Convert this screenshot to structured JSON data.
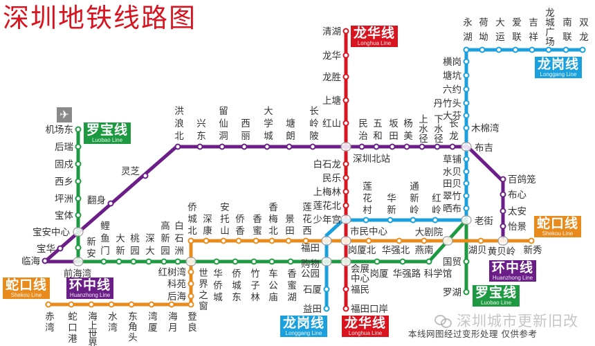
{
  "title": "深圳地铁线路图",
  "footer_note": "本线网图经过变形处理 仅供参考",
  "watermark": "深圳城市更新旧改",
  "airport_icon": "airplane-icon",
  "lines": [
    {
      "name": "龙华线",
      "name_en": "Longhua Line",
      "color": "#d7141f",
      "stations": [
        "清湖",
        "龙华",
        "龙胜",
        "上塘",
        "红山",
        "深圳北站",
        "白石龙",
        "民乐",
        "上梅林",
        "莲花北",
        "少年宫",
        "市民中心",
        "会展中心",
        "福民",
        "福田口岸"
      ]
    },
    {
      "name": "龙岗线",
      "name_en": "Longgang Line",
      "color": "#1aa0dc",
      "stations": [
        "永湖",
        "荷坳",
        "大运",
        "爱联",
        "吉祥",
        "龙城广场",
        "南联",
        "双龙",
        "横岗",
        "塘坑",
        "六约",
        "丹竹头",
        "大芬",
        "木棉湾",
        "布吉",
        "草铺",
        "水贝",
        "田贝",
        "翠竹",
        "晒布",
        "老街",
        "红岭",
        "通新岭",
        "华新",
        "莲花村",
        "福田",
        "购物公园",
        "石厦",
        "益田"
      ]
    },
    {
      "name": "环中线",
      "name_en": "Huanzhong Line",
      "color": "#6b1e87",
      "stations": [
        "临海",
        "宝华",
        "宝安中心",
        "翻身",
        "灵芝",
        "洪浪北",
        "兴东",
        "留仙洞",
        "西丽",
        "大学城",
        "塘朗",
        "长岭陂",
        "民治",
        "五和",
        "坂田",
        "杨美",
        "上水径",
        "下水径",
        "长龙",
        "百鸽笼",
        "布心",
        "太安",
        "怡景",
        "黄贝岭"
      ]
    },
    {
      "name": "罗宝线",
      "name_en": "Luobao Line",
      "color": "#1d9a41",
      "stations": [
        "机场东",
        "后瑞",
        "固戍",
        "西乡",
        "坪洲",
        "宝体",
        "新安",
        "前海湾",
        "鲤鱼门",
        "大新",
        "桃园",
        "深大",
        "高新园",
        "白石洲",
        "世界之窗",
        "华侨城",
        "侨城东",
        "竹子林",
        "车公庙",
        "香蜜湖",
        "岗厦",
        "华强路",
        "科学馆",
        "大剧院",
        "国贸",
        "罗湖"
      ]
    },
    {
      "name": "蛇口线",
      "name_en": "Shekou Line",
      "color": "#e98b1c",
      "stations": [
        "赤湾",
        "蛇口港",
        "海上世界",
        "水湾",
        "东角头",
        "湾厦",
        "海月",
        "登良",
        "后海",
        "科苑",
        "红树湾",
        "侨城北",
        "深康",
        "安托山",
        "侨香",
        "香蜜",
        "香梅北",
        "景田",
        "莲花西",
        "岗厦北",
        "华强北",
        "燕南",
        "湖贝",
        "新秀"
      ]
    }
  ]
}
